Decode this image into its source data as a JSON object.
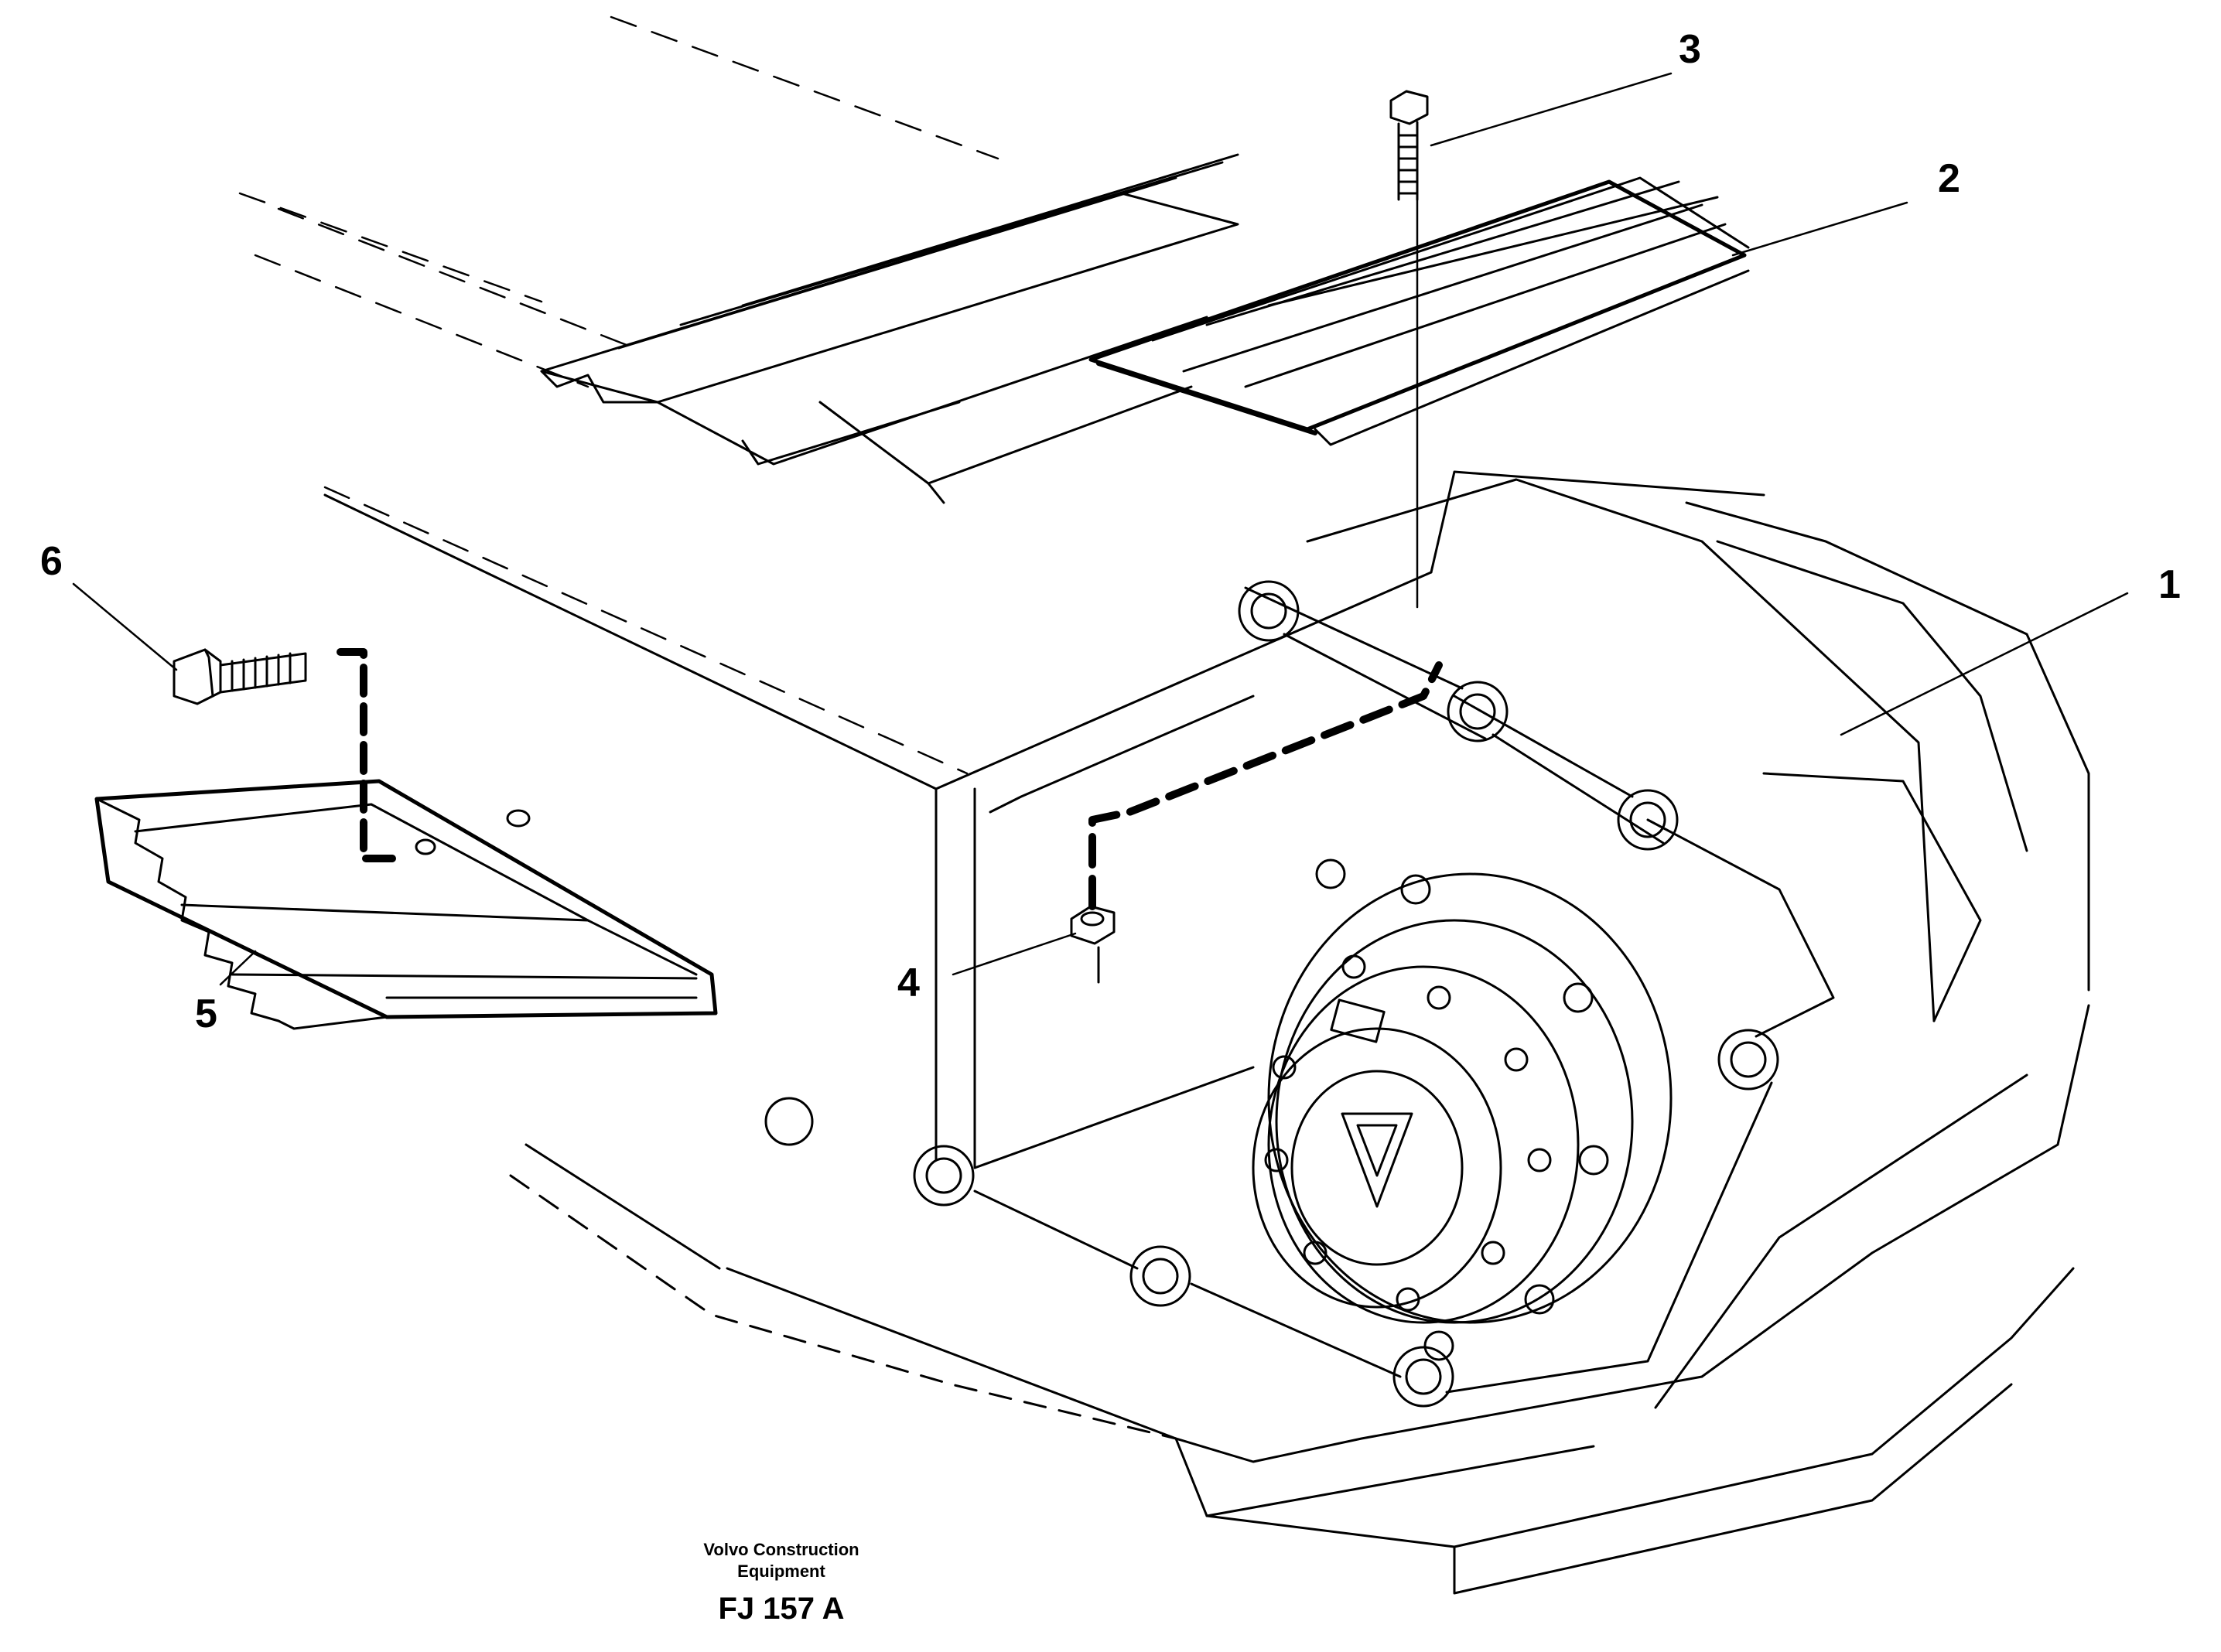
{
  "callouts": {
    "c1": "1",
    "c2": "2",
    "c3": "3",
    "c4": "4",
    "c5": "5",
    "c6": "6"
  },
  "credit": {
    "line1": "Volvo Construction",
    "line2": "Equipment",
    "code": "FJ 157 A"
  },
  "colors": {
    "ink": "#000000",
    "paper": "#ffffff"
  }
}
